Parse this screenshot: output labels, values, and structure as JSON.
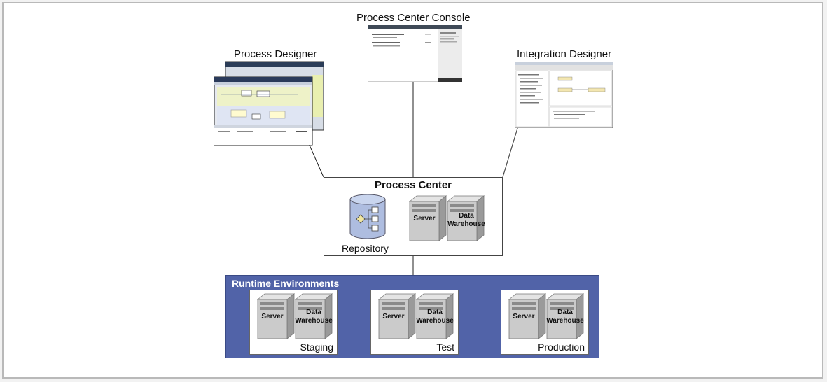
{
  "labels": {
    "console": "Process Center Console",
    "designer": "Process Designer",
    "integration": "Integration Designer"
  },
  "process_center": {
    "title": "Process Center",
    "repository": "Repository",
    "server": "Server",
    "warehouse_line1": "Data",
    "warehouse_line2": "Warehouse"
  },
  "runtime": {
    "title": "Runtime Environments",
    "environments": [
      {
        "name": "Staging",
        "server": "Server",
        "warehouse_line1": "Data",
        "warehouse_line2": "Warehouse"
      },
      {
        "name": "Test",
        "server": "Server",
        "warehouse_line1": "Data",
        "warehouse_line2": "Warehouse"
      },
      {
        "name": "Production",
        "server": "Server",
        "warehouse_line1": "Data",
        "warehouse_line2": "Warehouse"
      }
    ]
  },
  "colors": {
    "runtime_bg": "#5163a8",
    "repository": "#aebde0",
    "server_gray": "#c8c8c8"
  }
}
